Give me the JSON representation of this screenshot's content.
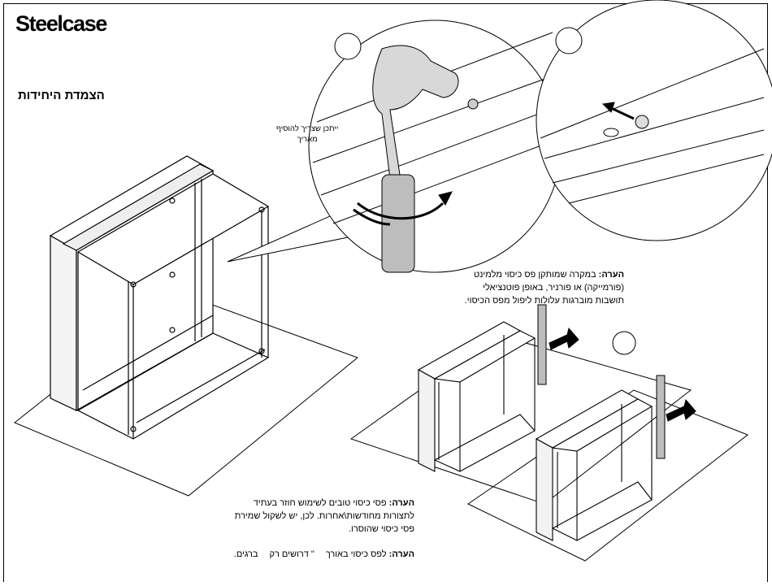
{
  "brand": "Steelcase",
  "title": "הצמדת היחידות",
  "callout_wrench": {
    "line1": "ייתכן שצריך להוסיף",
    "line2": "מאריך"
  },
  "note_laminate": {
    "label": "הערה:",
    "line1": "במקרה שמותקן פס כיסוי מלמינט",
    "line2": "(פורמייקה) או פורניר, באופן פוטנציאלי",
    "line3": "תושבות מוברגות עלולות ליפול מפס הכיסוי."
  },
  "note_reuse": {
    "label": "הערה:",
    "line1": "פסי כיסוי טובים לשימוש חוזר בעתיד",
    "line2": "לתצורות מחודשות\\אחרות. לכן, יש לשקול שמירת",
    "line3": "פסי כיסוי שהוסרו."
  },
  "note_length": {
    "label": "הערה:",
    "part1": "לפס כיסוי באורך",
    "part2": "\" דרושים רק",
    "part3": "ברגים."
  }
}
